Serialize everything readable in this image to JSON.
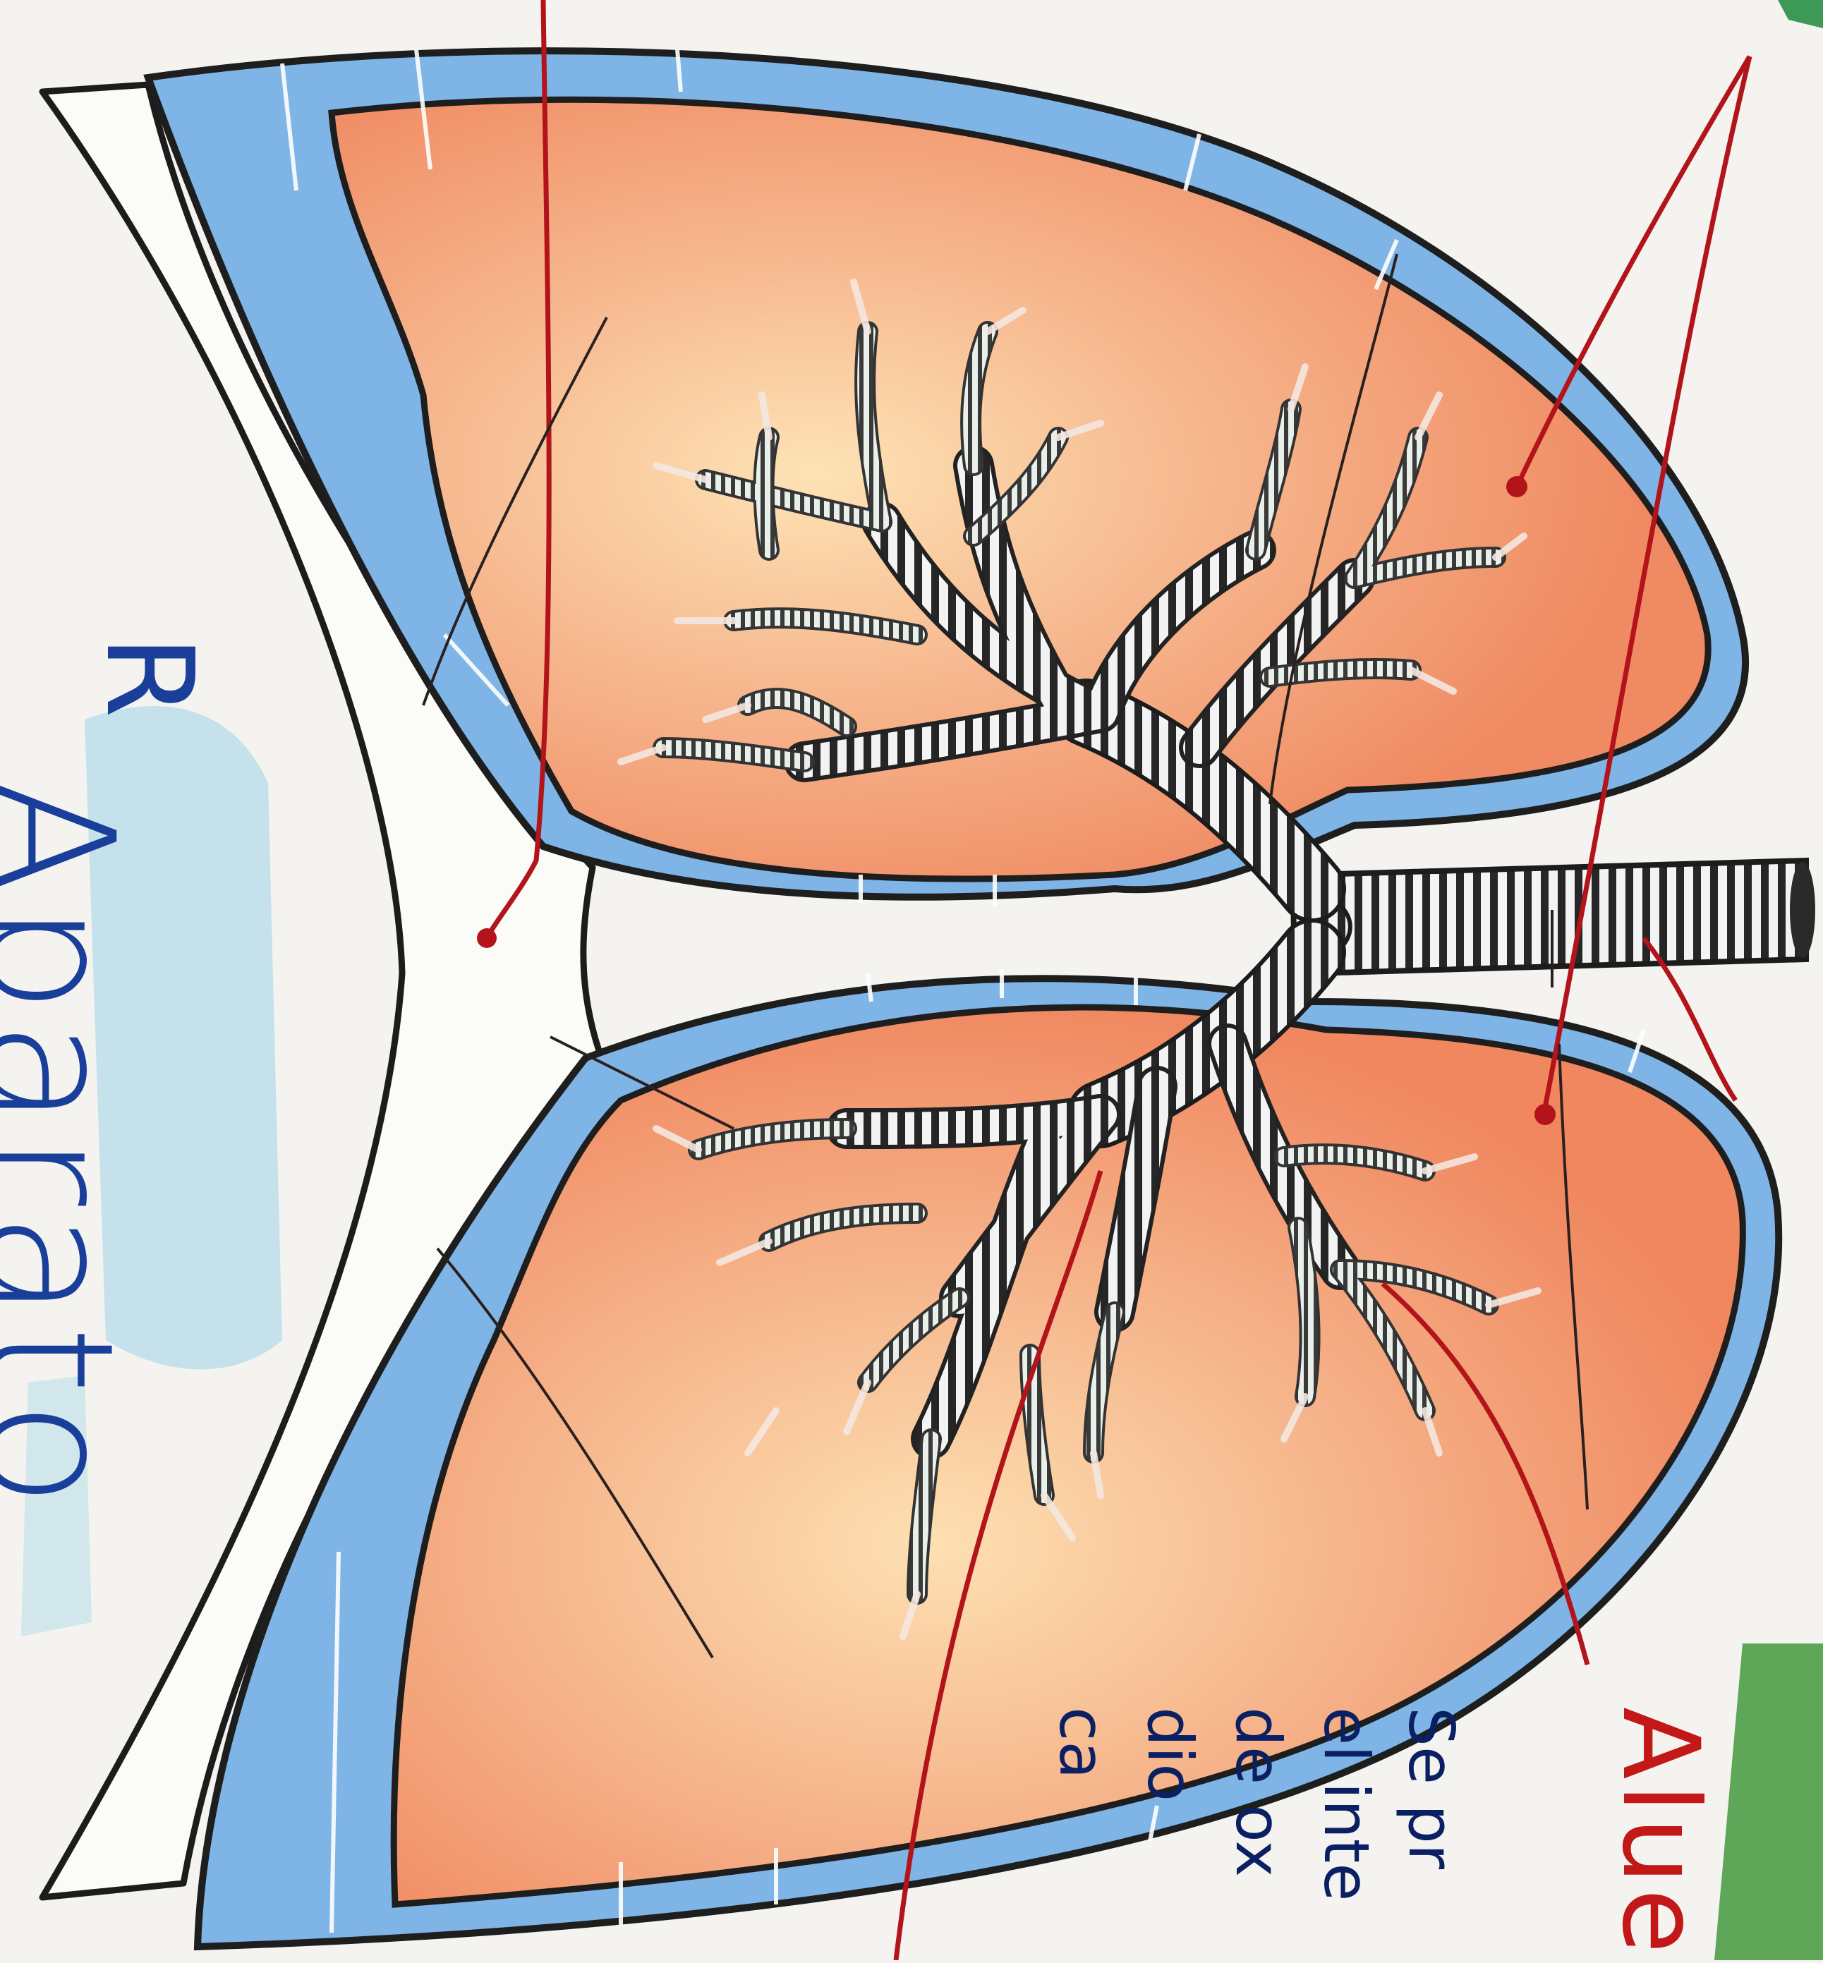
{
  "labels": {
    "title_word": "Aparato",
    "title_fragment": "R",
    "highlight_label": "Alue",
    "note_lines": [
      "Se pr",
      "el inte",
      "de ox",
      "dio",
      "ca"
    ]
  },
  "colors": {
    "lung_tissue": "#f39a76",
    "lung_highlight": "#fde3b5",
    "pleura": "#7fb4e6",
    "outline": "#1e1e1e",
    "pointer_lines": "#b3141a",
    "title_wash": "#9dd2ea",
    "label_highlighter": "#4e9f48",
    "handwriting": "#123a8c"
  },
  "icons": {
    "lung": "lung-icon",
    "trachea": "trachea-icon",
    "bronchial_tree": "bronchi-icon"
  }
}
